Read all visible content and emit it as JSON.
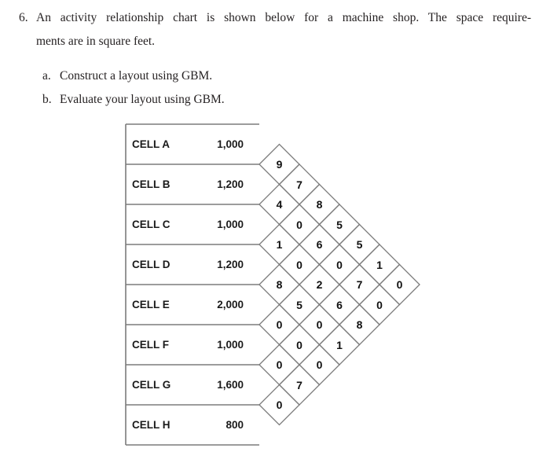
{
  "question": {
    "number": "6.",
    "line1": "An activity relationship chart is shown below for a machine shop.  The space require-",
    "line2": "ments are in square feet.",
    "subparts": [
      {
        "label": "a.",
        "text": "Construct a layout using GBM."
      },
      {
        "label": "b.",
        "text": "Evaluate your layout using GBM."
      }
    ]
  },
  "chart_data": {
    "type": "table",
    "title": "Activity Relationship Chart",
    "departments": [
      {
        "name": "CELL A",
        "area": "1,000"
      },
      {
        "name": "CELL B",
        "area": "1,200"
      },
      {
        "name": "CELL C",
        "area": "1,000"
      },
      {
        "name": "CELL D",
        "area": "1,200"
      },
      {
        "name": "CELL E",
        "area": "2,000"
      },
      {
        "name": "CELL F",
        "area": "1,000"
      },
      {
        "name": "CELL G",
        "area": "1,600"
      },
      {
        "name": "CELL H",
        "800": "",
        "area": "800"
      }
    ],
    "area_units": "square feet",
    "relationship_diagonals": [
      {
        "offset": 1,
        "pairs": [
          "A-B",
          "B-C",
          "C-D",
          "D-E",
          "E-F",
          "F-G",
          "G-H"
        ],
        "values": [
          9,
          4,
          1,
          8,
          0,
          0,
          0
        ]
      },
      {
        "offset": 2,
        "pairs": [
          "A-C",
          "B-D",
          "C-E",
          "D-F",
          "E-G",
          "F-H"
        ],
        "values": [
          7,
          0,
          0,
          5,
          0,
          7
        ]
      },
      {
        "offset": 3,
        "pairs": [
          "A-D",
          "B-E",
          "C-F",
          "D-G",
          "E-H"
        ],
        "values": [
          8,
          6,
          2,
          0,
          0
        ]
      },
      {
        "offset": 4,
        "pairs": [
          "A-E",
          "B-F",
          "C-G",
          "D-H"
        ],
        "values": [
          5,
          0,
          6,
          1
        ]
      },
      {
        "offset": 5,
        "pairs": [
          "A-F",
          "B-G",
          "C-H"
        ],
        "values": [
          5,
          7,
          8
        ]
      },
      {
        "offset": 6,
        "pairs": [
          "A-G",
          "B-H"
        ],
        "values": [
          1,
          0
        ]
      },
      {
        "offset": 7,
        "pairs": [
          "A-H"
        ],
        "values": [
          0
        ]
      }
    ],
    "relationship_matrix": {
      "labels": [
        "A",
        "B",
        "C",
        "D",
        "E",
        "F",
        "G",
        "H"
      ],
      "A-B": 9,
      "A-C": 7,
      "A-D": 8,
      "A-E": 5,
      "A-F": 5,
      "A-G": 1,
      "A-H": 0,
      "B-C": 4,
      "B-D": 0,
      "B-E": 6,
      "B-F": 0,
      "B-G": 7,
      "B-H": 0,
      "C-D": 1,
      "C-E": 0,
      "C-F": 2,
      "C-G": 6,
      "C-H": 8,
      "D-E": 8,
      "D-F": 5,
      "D-G": 0,
      "D-H": 1,
      "E-F": 0,
      "E-G": 0,
      "E-H": 0,
      "F-G": 0,
      "F-H": 7,
      "G-H": 0
    },
    "colors": {
      "line": "#7b7b7b",
      "text": "#1a1a1a",
      "background": "#ffffff"
    }
  }
}
